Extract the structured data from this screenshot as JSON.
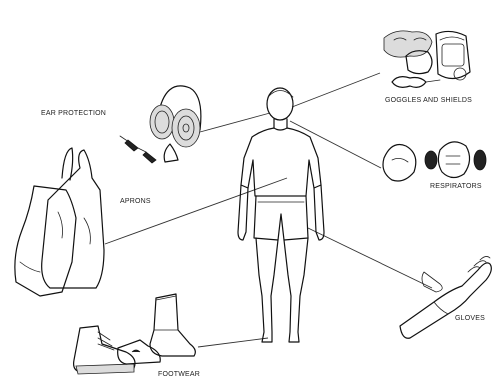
{
  "labels": {
    "ear_protection": "EAR PROTECTION",
    "goggles_and_shields": "GOGGLES AND SHIELDS",
    "aprons": "APRONS",
    "respirators": "RESPIRATORS",
    "gloves": "GLOVES",
    "footwear": "FOOTWEAR"
  }
}
